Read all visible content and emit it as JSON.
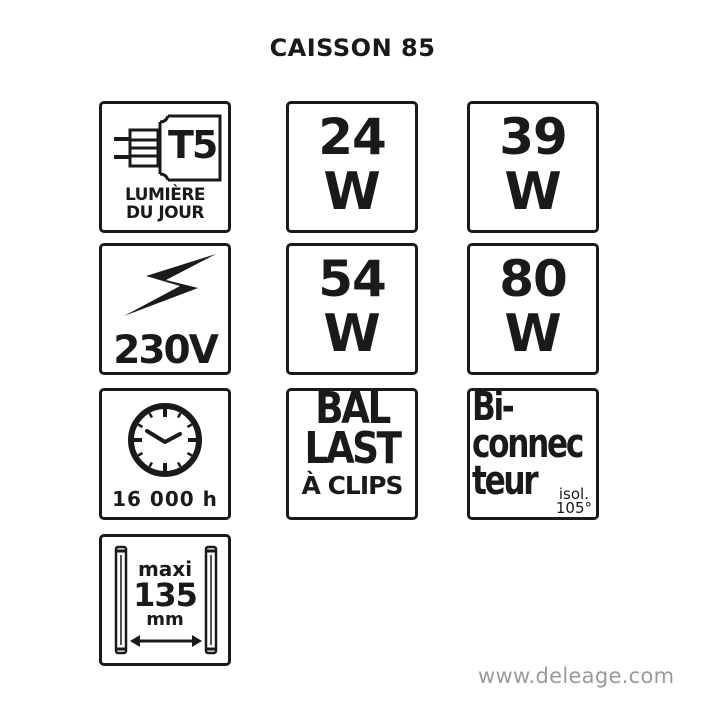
{
  "title": "CAISSON 85",
  "icons": {
    "t5": {
      "label_top": "T5",
      "line1": "LUMIÈRE",
      "line2": "DU JOUR"
    },
    "w24": {
      "number": "24",
      "unit": "W"
    },
    "w39": {
      "number": "39",
      "unit": "W"
    },
    "voltage": {
      "label": "230V"
    },
    "w54": {
      "number": "54",
      "unit": "W"
    },
    "w80": {
      "number": "80",
      "unit": "W"
    },
    "lifetime": {
      "label": "16 000 h"
    },
    "ballast": {
      "line1": "BAL",
      "line2": "LAST",
      "line3": "À CLIPS"
    },
    "biconnector": {
      "line1": "Bi-",
      "line2": "connec",
      "line3": "teur",
      "note1": "isol.",
      "note2": "105°"
    },
    "max_length": {
      "line1": "maxi",
      "line2": "135",
      "line3": "mm"
    }
  },
  "footer": {
    "url": "www.deleage.com"
  },
  "colors": {
    "ink": "#1a1a1a",
    "url_gray": "#9a9a9a",
    "background": "#ffffff"
  }
}
